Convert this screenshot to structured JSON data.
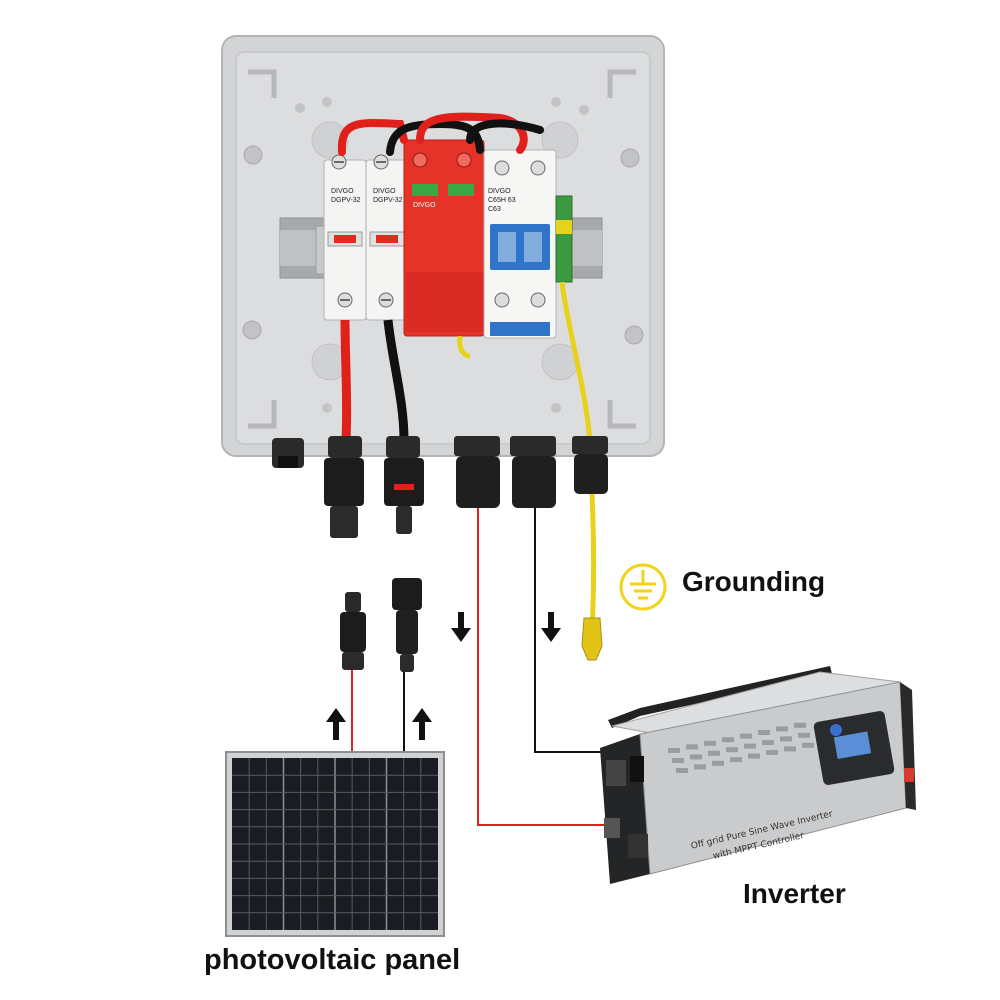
{
  "labels": {
    "grounding": "Grounding",
    "inverter": "Inverter",
    "pv_panel": "photovoltaic panel"
  },
  "devices": {
    "fuse_brand": "DIVGO",
    "fuse_model": "DGPV-32",
    "spd_brand": "DIVGO",
    "breaker_brand": "DIVGO",
    "breaker_model": "C65H 63",
    "breaker_rating": "C63"
  },
  "inverter_text": {
    "line1": "Off grid Pure Sine Wave Inverter",
    "line2": "with MPPT Controller"
  },
  "colors": {
    "box": "#d9dadb",
    "spd_red": "#e53329",
    "breaker_blue": "#2f74c8",
    "positive_wire": "#e0201b",
    "negative_wire": "#111111",
    "ground_wire": "#e6d21b",
    "ground_symbol": "#f2d21a",
    "inverter_body": "#c9cbcd"
  },
  "icons": {
    "ground": "ground-icon",
    "arrow_up": "arrow-up-icon",
    "arrow_down": "arrow-down-icon"
  }
}
